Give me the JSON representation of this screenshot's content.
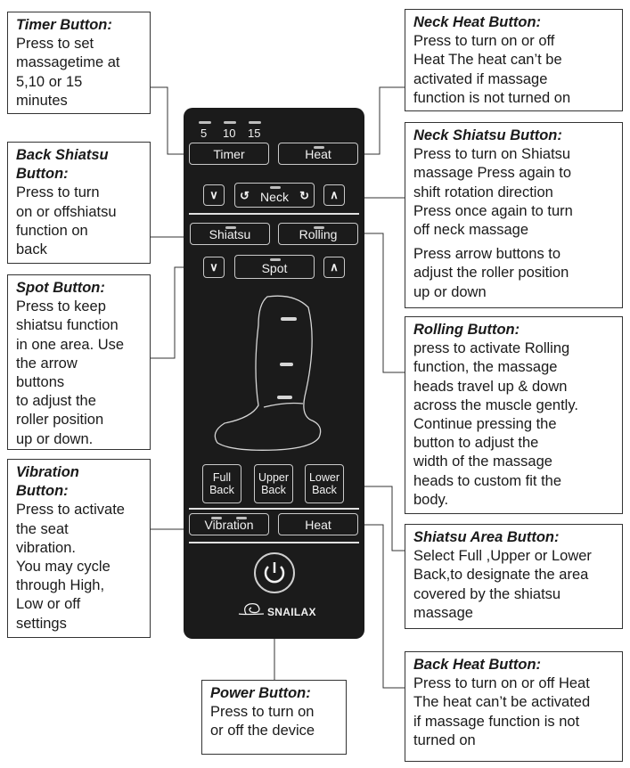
{
  "callouts": {
    "timer": {
      "title": "Timer Button:",
      "body": "Press to set\nmassagetime at\n5,10 or 15\nminutes"
    },
    "back_shiatsu": {
      "title": "Back Shiatsu\nButton:",
      "body": "Press to turn\non or offshiatsu\nfunction on\nback"
    },
    "spot": {
      "title": "Spot Button:",
      "body": "Press to keep\nshiatsu function\nin one area. Use\nthe arrow\nbuttons\nto adjust the\nroller position\nup or down."
    },
    "vibration": {
      "title": "Vibration\nButton:",
      "body": "Press to activate\nthe seat\nvibration.\nYou may cycle\nthrough High,\nLow or off\nsettings"
    },
    "power": {
      "title": "Power Button:",
      "body": "Press to  turn on\nor off the device"
    },
    "neck_heat": {
      "title": "Neck Heat Button:",
      "body": "Press to turn on or off\nHeat The heat can’t be\nactivated if massage\nfunction is not turned on"
    },
    "neck_shiatsu": {
      "title": "Neck Shiatsu Button:",
      "body": "Press to turn on Shiatsu\nmassage Press again to\nshift rotation direction\nPress once again to turn\noff neck massage",
      "body2": "Press arrow buttons to\nadjust the roller position\nup or down"
    },
    "rolling": {
      "title": "Rolling Button:",
      "body": "press to activate Rolling\nfunction, the massage\nheads travel up & down\nacross the muscle gently.\nContinue pressing the\nbutton to adjust the\nwidth of the massage\nheads to custom fit the\nbody."
    },
    "shiatsu_area": {
      "title": "Shiatsu Area Button:",
      "body": "Select Full ,Upper or Lower\nBack,to designate the area\ncovered by the shiatsu\nmassage"
    },
    "back_heat": {
      "title": "Back Heat Button:",
      "body": "Press to turn on or off Heat\nThe heat can’t be activated\nif massage function is not\nturned on"
    }
  },
  "remote": {
    "timer_values": [
      "5",
      "10",
      "15"
    ],
    "timer_label": "Timer",
    "heat_label": "Heat",
    "neck_label": "Neck",
    "shiatsu_label": "Shiatsu",
    "rolling_label": "Rolling",
    "spot_label": "Spot",
    "full_back_label": "Full\nBack",
    "upper_back_label": "Upper\nBack",
    "lower_back_label": "Lower\nBack",
    "vibration_label": "Vibration",
    "back_heat_label": "Heat",
    "brand": "SNAILAX",
    "up_arrow": "∧",
    "down_arrow": "∨"
  },
  "colors": {
    "remote_body": "#1b1b1b",
    "button_border": "#c9c9c9",
    "text_light": "#f2f2f2"
  }
}
